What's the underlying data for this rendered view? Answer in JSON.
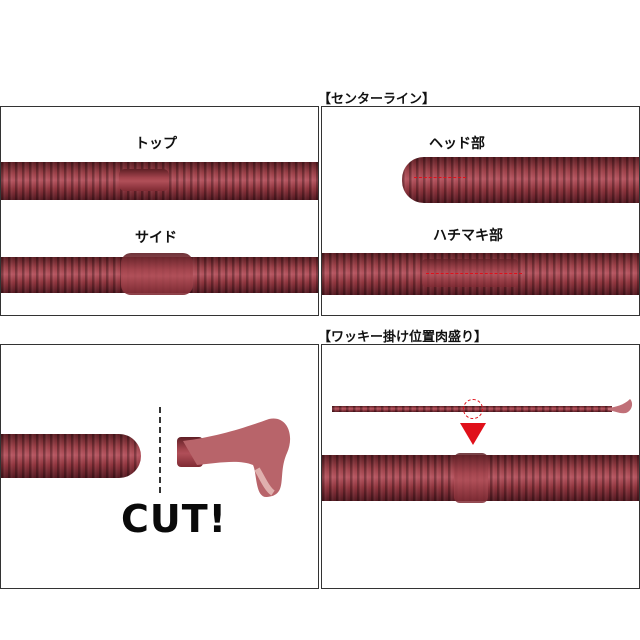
{
  "centerline": {
    "label": "【センターライン】",
    "top_label": "トップ",
    "side_label": "サイド",
    "head_label": "ヘッド部",
    "band_label": "ハチマキ部"
  },
  "wacky": {
    "label": "【ワッキー掛け位置肉盛り】"
  },
  "cut": {
    "label": "CUT!"
  },
  "colors": {
    "worm": "#9c4048",
    "marker": "#e0101a",
    "border": "#333333"
  }
}
